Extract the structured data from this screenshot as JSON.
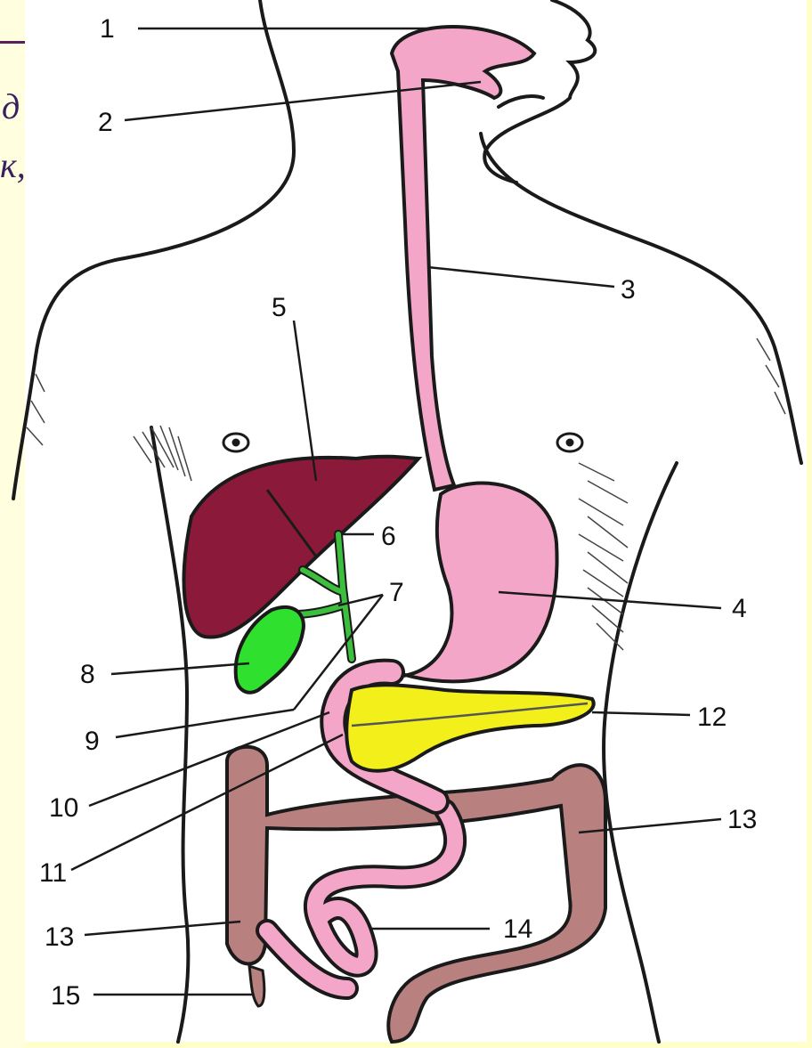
{
  "fragments": {
    "left_top": "д",
    "left_bottom": "к,"
  },
  "labels": {
    "l1": "1",
    "l2": "2",
    "l3": "3",
    "l4": "4",
    "l5": "5",
    "l6": "6",
    "l7": "7",
    "l8": "8",
    "l9": "9",
    "l10": "10",
    "l11": "11",
    "l12": "12",
    "l13a": "13",
    "l13b": "13",
    "l14": "14",
    "l15": "15"
  },
  "colors": {
    "background": "#ffffcc",
    "panel": "#ffffff",
    "outline": "#1a1a1a",
    "digestive_tract": "#f4a6c8",
    "liver": "#8b1a3a",
    "gallbladder": "#2fe02f",
    "bile_duct": "#3cbf3c",
    "pancreas": "#f2ef1a",
    "colon": "#b98080"
  }
}
